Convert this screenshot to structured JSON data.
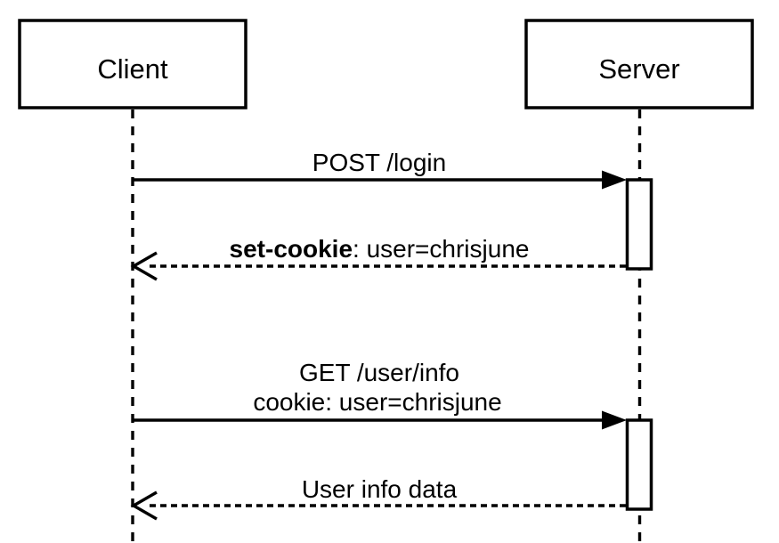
{
  "diagram": {
    "type": "sequence",
    "background_color": "#ffffff",
    "line_color": "#000000",
    "actors": [
      {
        "id": "client",
        "label": "Client"
      },
      {
        "id": "server",
        "label": "Server"
      }
    ],
    "messages": [
      {
        "from": "client",
        "to": "server",
        "line": "solid",
        "arrowhead": "filled",
        "label": "POST /login"
      },
      {
        "from": "server",
        "to": "client",
        "line": "dashed",
        "arrowhead": "open",
        "label_bold": "set-cookie",
        "label_rest": ": user=chrisjune"
      },
      {
        "from": "client",
        "to": "server",
        "line": "solid",
        "arrowhead": "filled",
        "label_line1": "GET /user/info",
        "label_line2": "cookie: user=chrisjune"
      },
      {
        "from": "server",
        "to": "client",
        "line": "dashed",
        "arrowhead": "open",
        "label": "User info data"
      }
    ],
    "activations": [
      {
        "actor": "server",
        "index": 1
      },
      {
        "actor": "server",
        "index": 2
      }
    ]
  }
}
